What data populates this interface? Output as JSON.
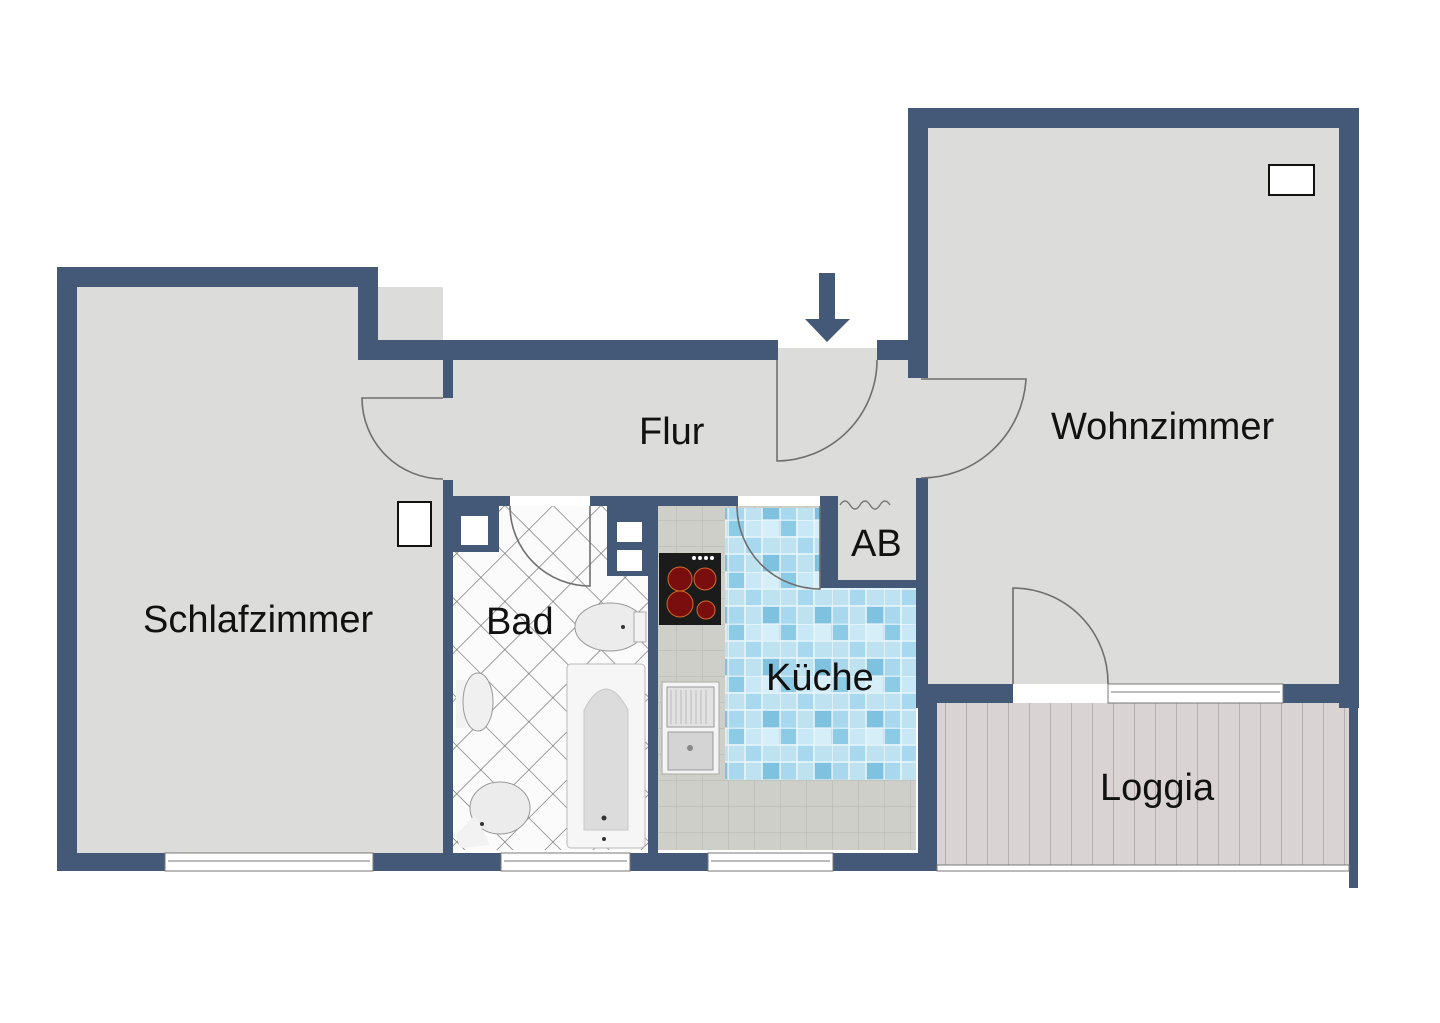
{
  "plan": {
    "wall_color": "#445878",
    "floor_color": "#dcdcdb",
    "entrance_arrow_color": "#445878",
    "rooms": [
      {
        "id": "schlafzimmer",
        "label": "Schlafzimmer"
      },
      {
        "id": "flur",
        "label": "Flur"
      },
      {
        "id": "wohnzimmer",
        "label": "Wohnzimmer"
      },
      {
        "id": "bad",
        "label": "Bad"
      },
      {
        "id": "kueche",
        "label": "Küche"
      },
      {
        "id": "ab",
        "label": "AB"
      },
      {
        "id": "loggia",
        "label": "Loggia"
      }
    ],
    "fixtures": [
      "radiator-schlafzimmer",
      "radiator-wohnzimmer",
      "toilet",
      "bidet",
      "washbasin",
      "bathtub",
      "cooktop",
      "sink",
      "entrance-arrow"
    ]
  }
}
